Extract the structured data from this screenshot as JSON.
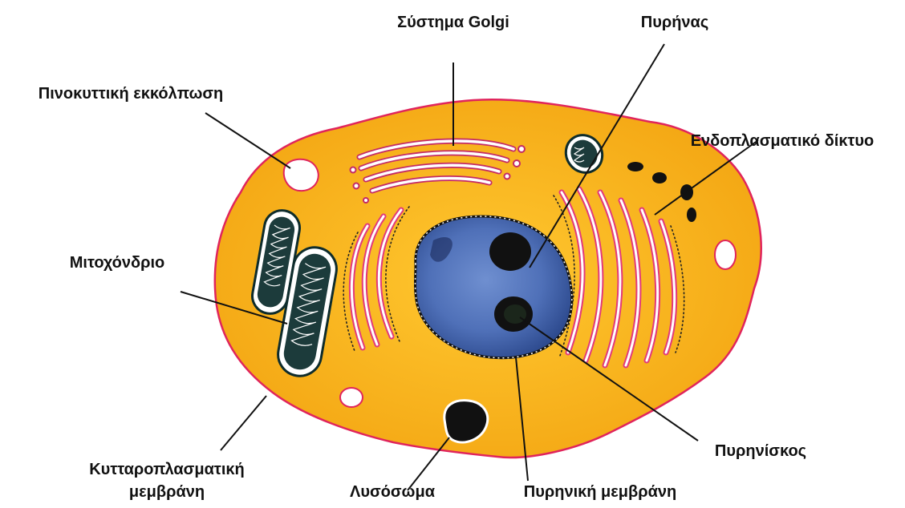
{
  "diagram": {
    "labels": {
      "golgi": "Σύστημα Golgi",
      "nucleus": "Πυρήνας",
      "pinocytic": "Πινοκυττική εκκόλπωση",
      "er": "Ενδοπλασματικό δίκτυο",
      "mitochondrion": "Μιτοχόνδριο",
      "membrane_line1": "Κυτταροπλασματική",
      "membrane_line2": "μεμβράνη",
      "lysosome": "Λυσόσωμα",
      "nuclear_membrane": "Πυρηνική μεμβράνη",
      "nucleolus": "Πυρηνίσκος"
    },
    "colors": {
      "cytoplasm": "#f8b21a",
      "cell_membrane": "#e0245c",
      "nucleus": "#4f70b8",
      "nucleolus": "#111111",
      "er": "#e23a7a",
      "mitochondrion": "#1c3b3b",
      "lysosome": "#111111"
    }
  }
}
